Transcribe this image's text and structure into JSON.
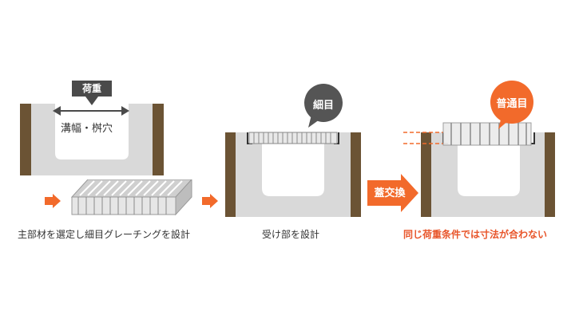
{
  "panel1": {
    "load_label": "荷重",
    "width_label": "溝幅・桝穴",
    "caption": "主部材を選定し細目グレーチングを設計"
  },
  "panel2": {
    "bubble_label": "細目",
    "caption": "受け部を設計"
  },
  "panel3": {
    "arrow_label": "蓋交換",
    "bubble_label": "普通目",
    "caption": "同じ荷重条件では寸法が合わない"
  },
  "colors": {
    "accent": "#f26a2b",
    "warning_text": "#e8552a",
    "concrete": "#d9d9d9",
    "soil": "#6b5334",
    "bubble_dark": "#555555",
    "label_dark": "#4a4a4a"
  }
}
